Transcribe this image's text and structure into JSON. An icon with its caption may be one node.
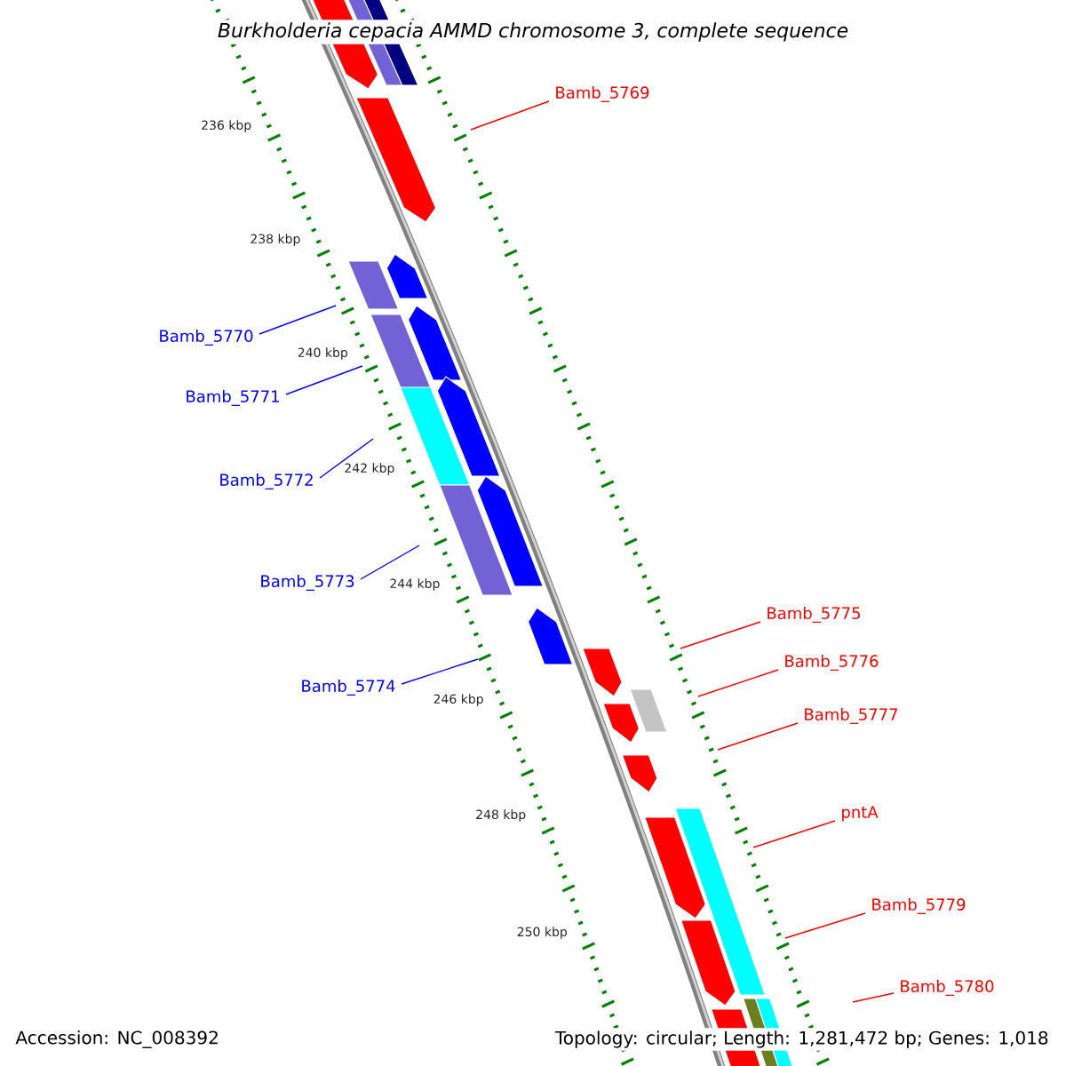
{
  "diagram": {
    "title": "*Burkholderia cepacia* AMMD chromosome 3, complete sequence",
    "nodes": [
      {
        "text": [
          "Bamb_5769"
        ]
      },
      {
        "text": [
          "Bamb_5770"
        ]
      },
      {
        "text": [
          "Bamb_5771"
        ]
      },
      {
        "text": [
          "Bamb_5772"
        ]
      },
      {
        "text": [
          "Bamb_5773"
        ]
      },
      {
        "text": [
          "Bamb_5774"
        ]
      },
      {
        "text": [
          "Bamb_5775"
        ]
      },
      {
        "text": [
          "Bamb_5776"
        ]
      },
      {
        "text": [
          "Bamb_5777"
        ]
      },
      {
        "text": [
          "pntA"
        ]
      },
      {
        "text": [
          "Bamb_5779"
        ]
      },
      {
        "text": [
          "Bamb_5780"
        ]
      }
    ],
    "edges": [
      {
        "from": 0,
        "to": null,
        "arrow": "none"
      },
      {
        "from": 1,
        "to": null,
        "arrow": "none",
        "color": "#0000ff"
      },
      {
        "from": 2,
        "to": null,
        "arrow": "none",
        "color": "#0000ff"
      },
      {
        "from": 3,
        "to": null,
        "arrow": "none",
        "color": "#0000ff"
      },
      {
        "from": 4,
        "to": null,
        "arrow": "none",
        "color": "#0000ff"
      },
      {
        "from": 5,
        "to": null,
        "arrow": "none",
        "color": "#0000ff"
      },
      {
        "from": 6,
        "to": null,
        "arrow": "none"
      },
      {
        "from": 7,
        "to": null,
        "arrow": "none"
      },
      {
        "from": 8,
        "to": null,
        "arrow": "none"
      },
      {
        "from": 9,
        "to": null,
        "arrow": "none"
      },
      {
        "from": 10,
        "to": null,
        "arrow": "none"
      },
      {
        "from": 11,
        "to": null,
        "arrow": "none"
      }
    ],
    "labels": [
      "236 kbp",
      "238 kbp",
      "240 kbp",
      "242 kbp",
      "244 kbp",
      "246 kbp",
      "248 kbp",
      "250 kbp",
      "Accession: NC_008392",
      "Topology: circular; Length: 1,281,472 bp; Genes: 1,018"
    ]
  }
}
